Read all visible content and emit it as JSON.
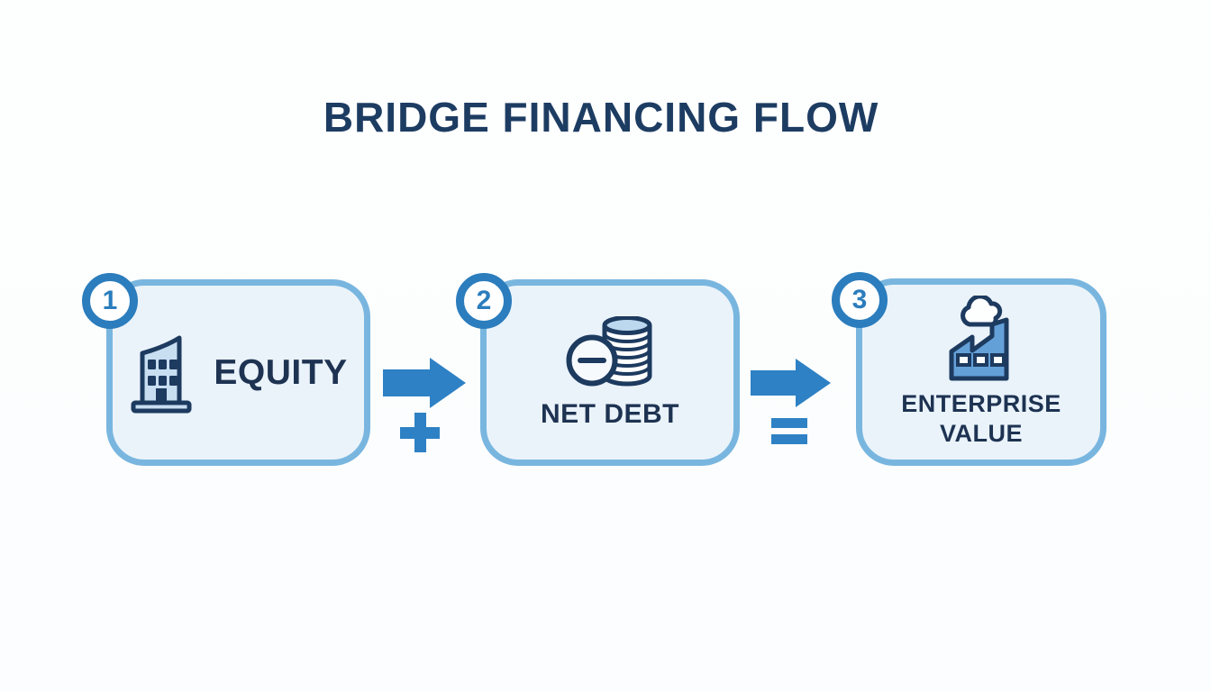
{
  "title": "BRIDGE FINANCING FLOW",
  "colors": {
    "title_navy": "#1d3c62",
    "label_navy": "#1e3352",
    "icon_navy": "#1d3a5f",
    "box_border": "#79b6df",
    "box_fill": "#eaf3fa",
    "badge_blue": "#2b7dbd",
    "arrow_blue": "#2e81c4",
    "building_fill": "#c8def1",
    "factory_fill": "#64a0d8",
    "coin_top_fill": "#bcd8ee",
    "background": "#fdfefe"
  },
  "diagram": {
    "steps": [
      {
        "number": "1",
        "label": "EQUITY",
        "icon": "building-icon"
      },
      {
        "number": "2",
        "label": "NET DEBT",
        "icon": "coins-minus-icon"
      },
      {
        "number": "3",
        "label": "ENTERPRISE VALUE",
        "icon": "factory-icon"
      }
    ],
    "operators": [
      {
        "type": "plus",
        "symbol": "+"
      },
      {
        "type": "equals",
        "symbol": "="
      }
    ],
    "connectors": [
      {
        "type": "arrow-right"
      },
      {
        "type": "arrow-right"
      }
    ]
  }
}
